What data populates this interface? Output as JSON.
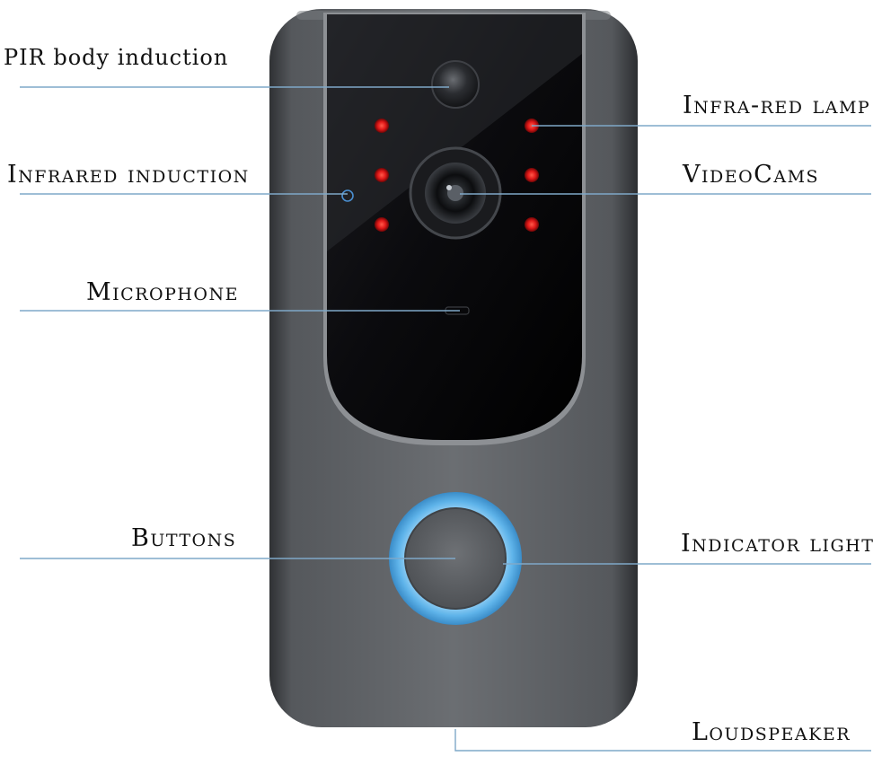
{
  "labels": {
    "pir": "PIR body induction",
    "infrared_induction": "Infrared induction",
    "microphone": "Microphone",
    "buttons": "Buttons",
    "infrared_lamp": "Infra-red lamp",
    "videocams": "VideoCams",
    "indicator_light": "Indicator light",
    "loudspeaker": "Loudspeaker"
  },
  "colors": {
    "body": "#5b5e62",
    "face": "#050507",
    "ir_led": "#e01818",
    "indicator_ring": "#5fb4ea",
    "leader_line": "#7fa8c8"
  }
}
